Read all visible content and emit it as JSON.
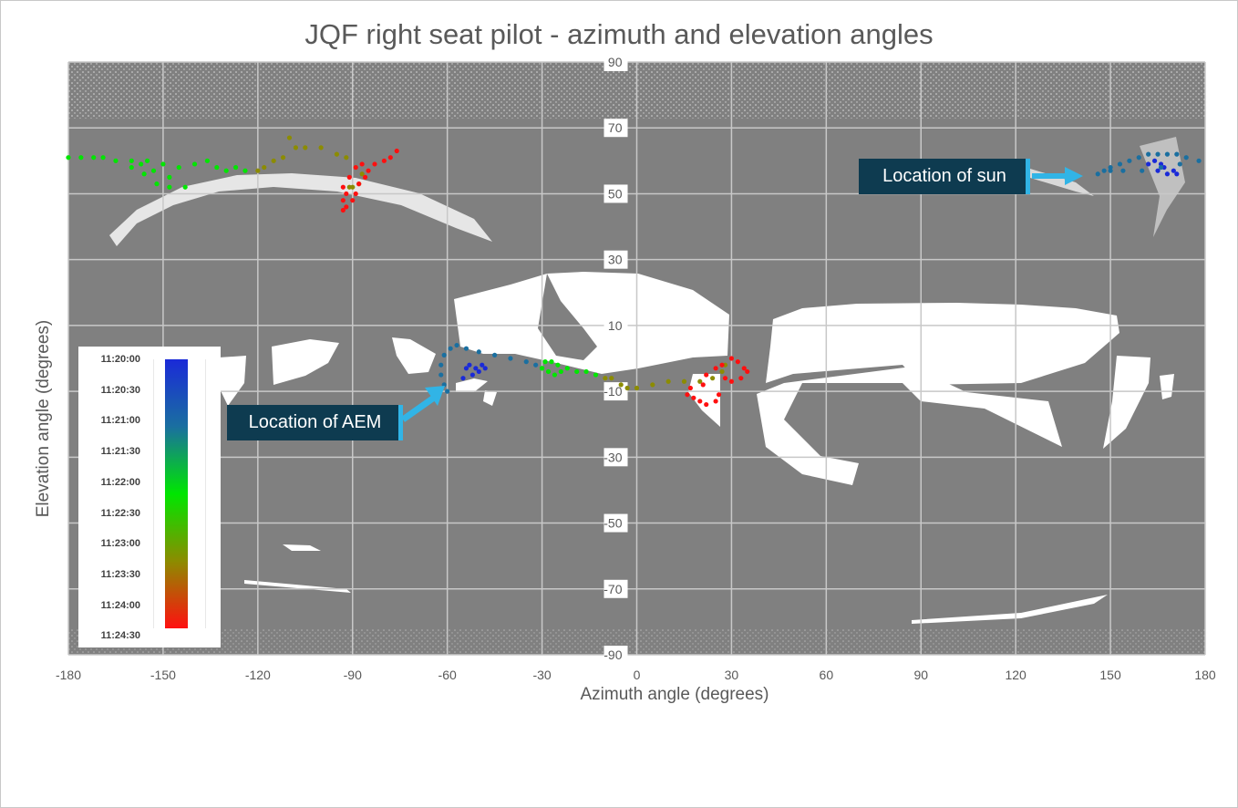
{
  "chart_data": {
    "type": "scatter",
    "title": "JQF right seat pilot - azimuth and elevation angles",
    "xlabel": "Azimuth angle (degrees)",
    "ylabel": "Elevation angle (degrees)",
    "xlim": [
      -180,
      180
    ],
    "ylim": [
      -90,
      90
    ],
    "x_ticks": [
      "-180",
      "-150",
      "-120",
      "-90",
      "-60",
      "-30",
      "0",
      "30",
      "60",
      "90",
      "120",
      "150",
      "180"
    ],
    "y_ticks": [
      "90",
      "70",
      "50",
      "30",
      "10",
      "-10",
      "-30",
      "-50",
      "-70",
      "-90"
    ],
    "grid": true,
    "background_color": "#808080",
    "grid_color": "#c8c8c8",
    "colorscale": {
      "labels": [
        "11:20:00",
        "11:20:30",
        "11:21:00",
        "11:21:30",
        "11:22:00",
        "11:22:30",
        "11:23:00",
        "11:23:30",
        "11:24:00",
        "11:24:30"
      ],
      "colors": [
        "#1a2ad8",
        "#1a6fa0",
        "#00e600",
        "#8c8c00",
        "#ff1010"
      ]
    },
    "series": [
      {
        "color": "#1a2ad8",
        "points": [
          [
            162,
            59
          ],
          [
            164,
            60
          ],
          [
            166,
            59
          ],
          [
            167,
            58
          ],
          [
            165,
            57
          ],
          [
            168,
            56
          ],
          [
            170,
            57
          ],
          [
            171,
            56
          ],
          [
            -55,
            -6
          ],
          [
            -54,
            -3
          ],
          [
            -53,
            -2
          ],
          [
            -52,
            -5
          ],
          [
            -51,
            -3
          ],
          [
            -50,
            -4
          ],
          [
            -49,
            -2
          ],
          [
            -48,
            -3
          ]
        ]
      },
      {
        "color": "#1a6fa0",
        "points": [
          [
            146,
            56
          ],
          [
            148,
            57
          ],
          [
            150,
            58
          ],
          [
            153,
            59
          ],
          [
            156,
            60
          ],
          [
            159,
            61
          ],
          [
            162,
            62
          ],
          [
            165,
            62
          ],
          [
            168,
            62
          ],
          [
            171,
            62
          ],
          [
            174,
            61
          ],
          [
            178,
            60
          ],
          [
            172,
            59
          ],
          [
            166,
            58
          ],
          [
            160,
            57
          ],
          [
            154,
            57
          ],
          [
            150,
            57
          ],
          [
            -60,
            -10
          ],
          [
            -61,
            -8
          ],
          [
            -62,
            -5
          ],
          [
            -62,
            -2
          ],
          [
            -61,
            1
          ],
          [
            -59,
            3
          ],
          [
            -57,
            4
          ],
          [
            -54,
            3
          ],
          [
            -50,
            2
          ],
          [
            -45,
            1
          ],
          [
            -40,
            0
          ],
          [
            -35,
            -1
          ],
          [
            -32,
            -2
          ]
        ]
      },
      {
        "color": "#00e600",
        "points": [
          [
            -180,
            61
          ],
          [
            -176,
            61
          ],
          [
            -172,
            61
          ],
          [
            -169,
            61
          ],
          [
            -165,
            60
          ],
          [
            -160,
            58
          ],
          [
            -156,
            56
          ],
          [
            -152,
            53
          ],
          [
            -148,
            52
          ],
          [
            -143,
            52
          ],
          [
            -148,
            55
          ],
          [
            -153,
            57
          ],
          [
            -157,
            59
          ],
          [
            -160,
            60
          ],
          [
            -155,
            60
          ],
          [
            -150,
            59
          ],
          [
            -145,
            58
          ],
          [
            -140,
            59
          ],
          [
            -136,
            60
          ],
          [
            -133,
            58
          ],
          [
            -130,
            57
          ],
          [
            -127,
            58
          ],
          [
            -124,
            57
          ],
          [
            -30,
            -3
          ],
          [
            -29,
            -1
          ],
          [
            -27,
            -1
          ],
          [
            -25,
            -2
          ],
          [
            -24,
            -4
          ],
          [
            -26,
            -5
          ],
          [
            -28,
            -4
          ],
          [
            -30,
            -3
          ],
          [
            -22,
            -3
          ],
          [
            -19,
            -4
          ],
          [
            -16,
            -4
          ],
          [
            -13,
            -5
          ]
        ]
      },
      {
        "color": "#8c8c00",
        "points": [
          [
            -120,
            57
          ],
          [
            -118,
            58
          ],
          [
            -115,
            60
          ],
          [
            -112,
            61
          ],
          [
            -110,
            67
          ],
          [
            -108,
            64
          ],
          [
            -105,
            64
          ],
          [
            -100,
            64
          ],
          [
            -95,
            62
          ],
          [
            -92,
            61
          ],
          [
            -89,
            58
          ],
          [
            -87,
            56
          ],
          [
            -88,
            53
          ],
          [
            -90,
            52
          ],
          [
            -91,
            52
          ],
          [
            -10,
            -6
          ],
          [
            -8,
            -6
          ],
          [
            -5,
            -8
          ],
          [
            -3,
            -9
          ],
          [
            0,
            -9
          ],
          [
            5,
            -8
          ],
          [
            10,
            -7
          ],
          [
            15,
            -7
          ],
          [
            20,
            -7
          ],
          [
            24,
            -6
          ],
          [
            27,
            -4
          ],
          [
            28,
            -2
          ]
        ]
      },
      {
        "color": "#ff1010",
        "points": [
          [
            -76,
            63
          ],
          [
            -78,
            61
          ],
          [
            -80,
            60
          ],
          [
            -83,
            59
          ],
          [
            -85,
            57
          ],
          [
            -86,
            55
          ],
          [
            -88,
            53
          ],
          [
            -89,
            50
          ],
          [
            -90,
            48
          ],
          [
            -92,
            46
          ],
          [
            -93,
            45
          ],
          [
            -93,
            48
          ],
          [
            -92,
            50
          ],
          [
            -93,
            52
          ],
          [
            -91,
            55
          ],
          [
            -89,
            58
          ],
          [
            -87,
            59
          ],
          [
            17,
            -9
          ],
          [
            16,
            -11
          ],
          [
            18,
            -12
          ],
          [
            20,
            -13
          ],
          [
            22,
            -14
          ],
          [
            21,
            -8
          ],
          [
            22,
            -5
          ],
          [
            25,
            -3
          ],
          [
            27,
            -2
          ],
          [
            28,
            -6
          ],
          [
            30,
            -7
          ],
          [
            33,
            -6
          ],
          [
            34,
            -3
          ],
          [
            32,
            -1
          ],
          [
            30,
            0
          ],
          [
            35,
            -4
          ],
          [
            26,
            -11
          ],
          [
            25,
            -13
          ]
        ]
      }
    ]
  },
  "annotations": {
    "sun_label": "Location of sun",
    "aem_label": "Location of AEM"
  }
}
